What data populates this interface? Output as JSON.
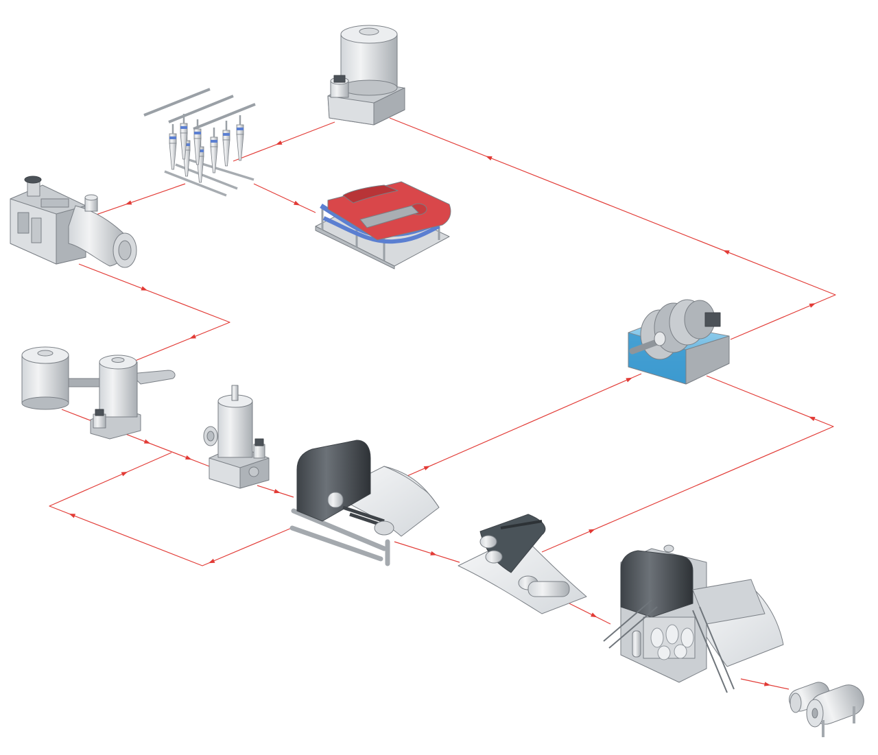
{
  "colors": {
    "flow_line": "#e23b36",
    "metal_light": "#e6e8ea",
    "metal_mid": "#c9cdd1",
    "metal_dark": "#a4a9ae",
    "steel_dark": "#4c5258",
    "felt_red": "#d9474a",
    "water_blue": "#4aa7d8",
    "pipe_blue": "#5b7fd1",
    "paper_sheet": "#eef0f2"
  },
  "machines": [
    {
      "id": "stock-storage-tank",
      "icon": "tank-on-base-icon"
    },
    {
      "id": "centrifugal-cleaners",
      "icon": "hydrocyclone-bank-icon"
    },
    {
      "id": "belt-thickener",
      "icon": "belt-press-icon"
    },
    {
      "id": "refiner",
      "icon": "conical-refiner-icon"
    },
    {
      "id": "mixing-tanks",
      "icon": "twin-tank-icon"
    },
    {
      "id": "pressure-screen",
      "icon": "pressure-screen-icon"
    },
    {
      "id": "headbox-wire-section",
      "icon": "forming-section-icon"
    },
    {
      "id": "press-section",
      "icon": "press-rolls-icon"
    },
    {
      "id": "white-water-disc-filter",
      "icon": "disc-filter-icon"
    },
    {
      "id": "dryer-section",
      "icon": "dryer-hood-icon"
    },
    {
      "id": "reel-section",
      "icon": "paper-reel-icon"
    }
  ]
}
